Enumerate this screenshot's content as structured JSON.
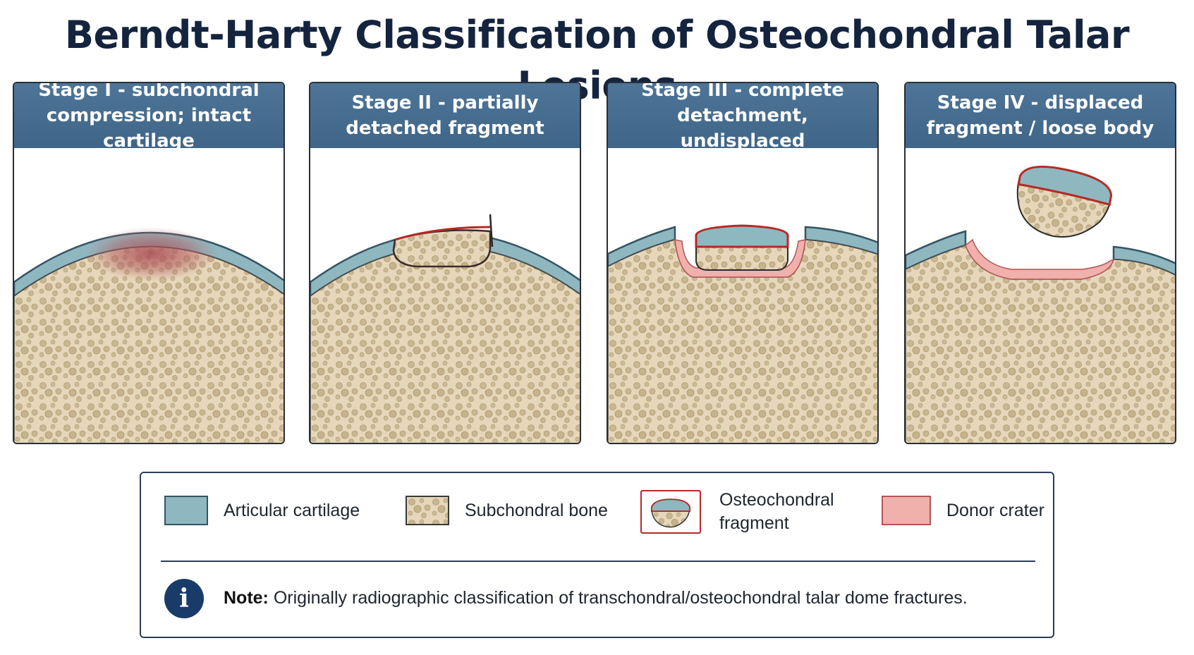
{
  "title": "Berndt-Harty Classification of Osteochondral Talar Lesions",
  "stages": [
    {
      "line1": "Stage I - subchondral",
      "line2": "compression; intact cartilage"
    },
    {
      "line1": "Stage II - partially",
      "line2": "detached fragment"
    },
    {
      "line1": "Stage III - complete",
      "line2": "detachment, undisplaced"
    },
    {
      "line1": "Stage IV - displaced",
      "line2": "fragment / loose body"
    }
  ],
  "legend": {
    "cartilage": "Articular cartilage",
    "bone": "Subchondral bone",
    "fragment_line1": "Osteochondral",
    "fragment_line2": "fragment",
    "crater": "Donor crater"
  },
  "note": {
    "icon": "info-icon",
    "icon_glyph": "i",
    "label": "Note:",
    "text": "Originally radiographic classification of transchondral/osteochondral talar dome fractures."
  },
  "colors": {
    "header": "#436a8c",
    "title": "#14243e",
    "cartilage": "#8fb7c0",
    "bone": "#e7d9bd",
    "fragment_outline": "#b52a25",
    "crater": "#f0b0ac",
    "bruise": "#b25a5e"
  }
}
